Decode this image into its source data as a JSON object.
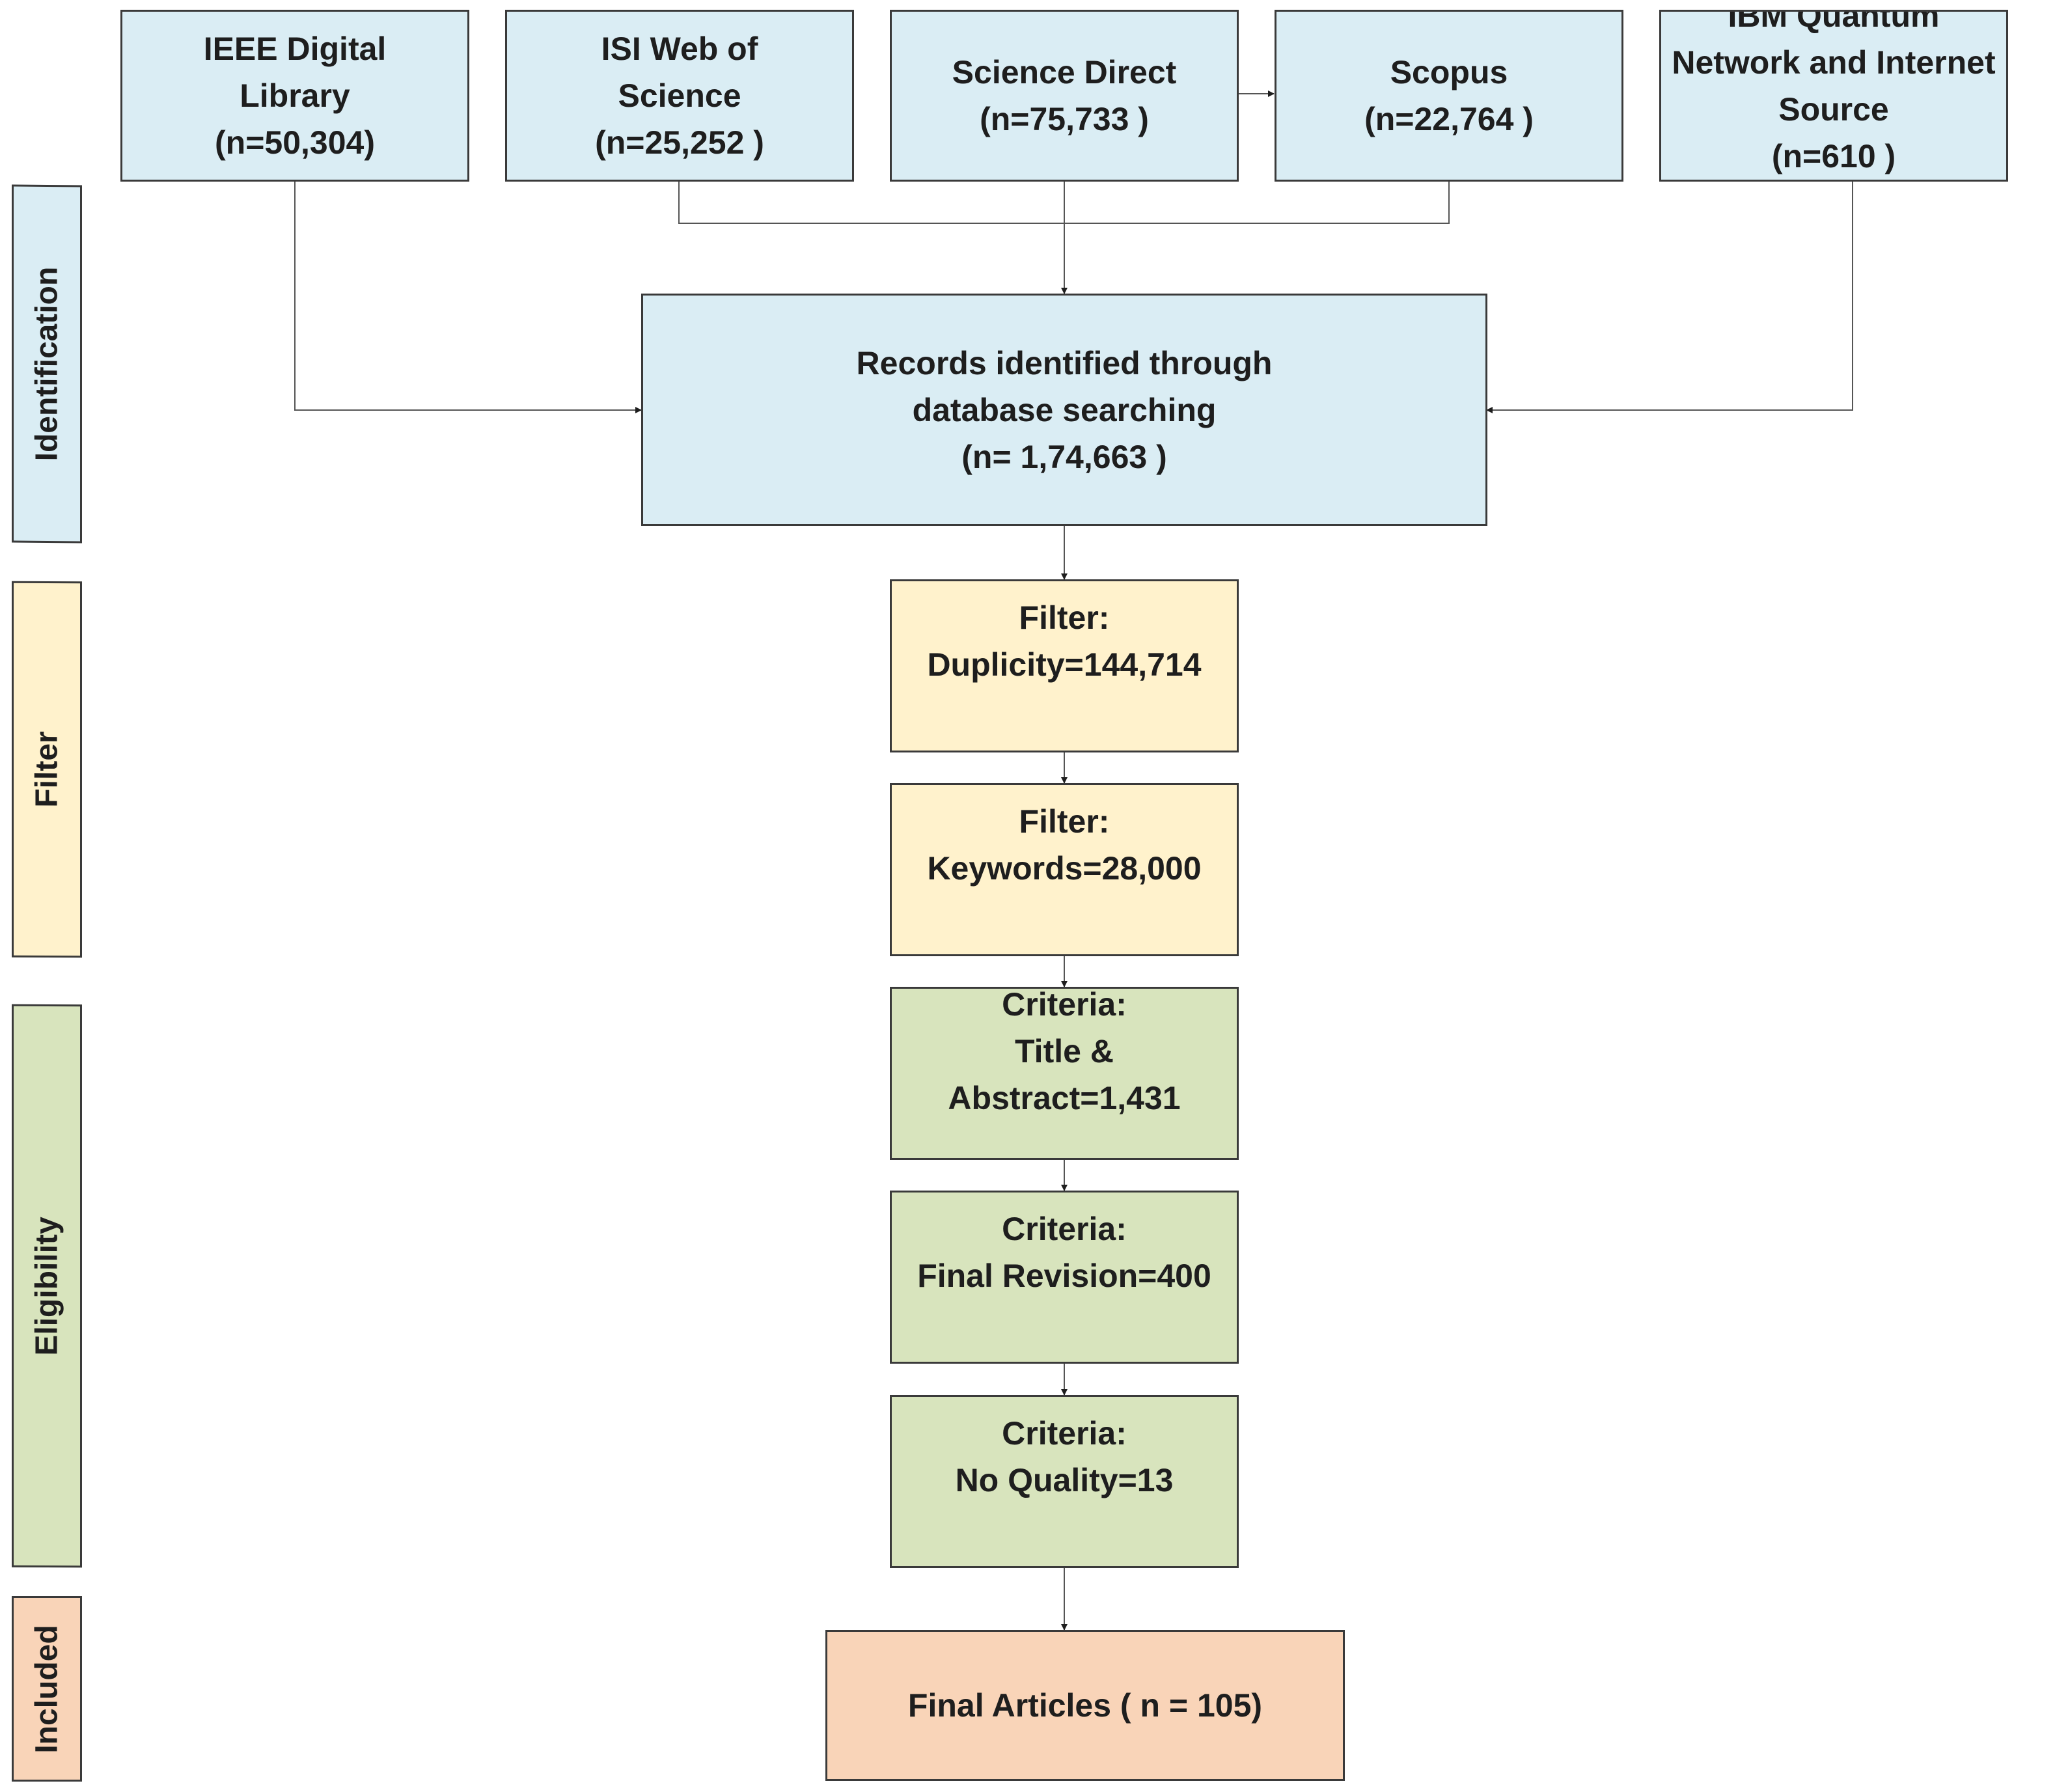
{
  "stages": {
    "identification": "Identification",
    "filter": "Filter",
    "eligibility": "Eligibility",
    "included": "Included"
  },
  "sources": {
    "ieee": {
      "line1": "IEEE Digital",
      "line2": "Library",
      "line3": "(n=50,304)"
    },
    "isi": {
      "line1": "ISI Web of",
      "line2": "Science",
      "line3": "(n=25,252 )"
    },
    "science_direct": {
      "line1": "Science Direct",
      "line2": "(n=75,733 )"
    },
    "scopus": {
      "line1": "Scopus",
      "line2": "(n=22,764 )"
    },
    "ibm": {
      "line1": "IBM Quantum",
      "line2": "Network and Internet",
      "line3": "Source",
      "line4": "(n=610 )"
    }
  },
  "records": {
    "line1": "Records identified through",
    "line2": "database searching",
    "line3": "(n= 1,74,663 )"
  },
  "filters": {
    "duplicity": {
      "line1": "Filter:",
      "line2": "Duplicity=144,714"
    },
    "keywords": {
      "line1": "Filter:",
      "line2": "Keywords=28,000"
    }
  },
  "criteria": {
    "title_abstract": {
      "line1": "Criteria:",
      "line2": "Title &",
      "line3": "Abstract=1,431"
    },
    "final_revision": {
      "line1": "Criteria:",
      "line2": "Final Revision=400"
    },
    "no_quality": {
      "line1": "Criteria:",
      "line2": "No Quality=13"
    }
  },
  "final": {
    "label": "Final Articles ( n = 105)"
  },
  "colors": {
    "identification_fill": "#daedf4",
    "filter_fill": "#fff2cc",
    "eligibility_fill": "#d8e4bd",
    "included_fill": "#f9d4b8",
    "border": "#3a3a3a",
    "connector": "#555555"
  }
}
